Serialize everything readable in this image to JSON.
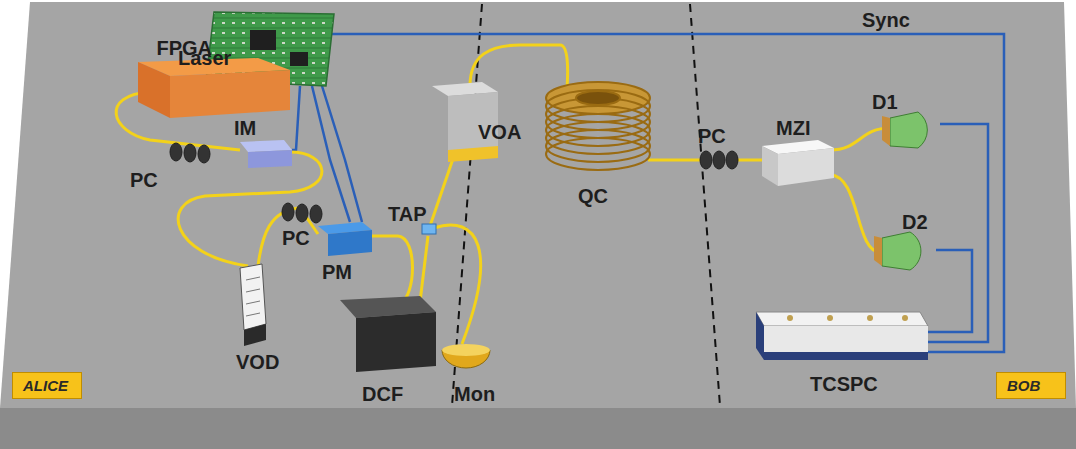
{
  "diagram": {
    "nodes": [
      {
        "text": [
          "ALICE"
        ]
      },
      {
        "text": [
          "BOB"
        ]
      }
    ],
    "labels": [
      "FPGA",
      "Laser",
      "Sync",
      "IM",
      "PC",
      "PC",
      "PM",
      "VOA",
      "TAP",
      "VOD",
      "DCF",
      "Mon",
      "QC",
      "PC",
      "MZI",
      "D1",
      "D2",
      "TCSPC"
    ]
  }
}
